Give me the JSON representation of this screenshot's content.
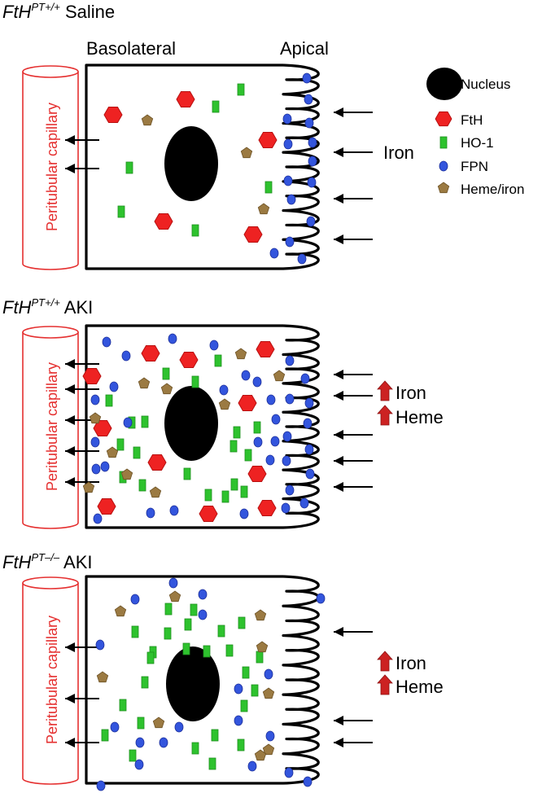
{
  "panels": [
    {
      "title_italic": "FtH",
      "title_sup": "PT+/+",
      "title_rest": " Saline",
      "capillary_label": "Peritubular capillary",
      "basolateral_label": "Basolateral",
      "apical_label": "Apical",
      "influx_labels": [
        {
          "text": "Iron",
          "up_arrow": false
        }
      ]
    },
    {
      "title_italic": "FtH",
      "title_sup": "PT+/+",
      "title_rest": " AKI",
      "capillary_label": "Peritubular capillary",
      "influx_labels": [
        {
          "text": "Iron",
          "up_arrow": true
        },
        {
          "text": "Heme",
          "up_arrow": true
        }
      ]
    },
    {
      "title_italic": "FtH",
      "title_sup": "PT–/–",
      "title_rest": " AKI",
      "capillary_label": "Peritubular capillary",
      "influx_labels": [
        {
          "text": "Iron",
          "up_arrow": true
        },
        {
          "text": "Heme",
          "up_arrow": true
        }
      ]
    }
  ],
  "legend": [
    {
      "symbol": "nucleus",
      "label": "Nucleus"
    },
    {
      "symbol": "hexagon",
      "label": "FtH"
    },
    {
      "symbol": "rect",
      "label": "HO-1"
    },
    {
      "symbol": "circle",
      "label": "FPN"
    },
    {
      "symbol": "pentagon",
      "label": "Heme/iron"
    }
  ],
  "colors": {
    "fth": "#ee2222",
    "ho1": "#2ec22e",
    "fpn": "#3355dd",
    "heme_iron": "#9b7a42",
    "capillary": "#e53030",
    "up_arrow": "#cc2222",
    "nucleus": "#000000"
  }
}
